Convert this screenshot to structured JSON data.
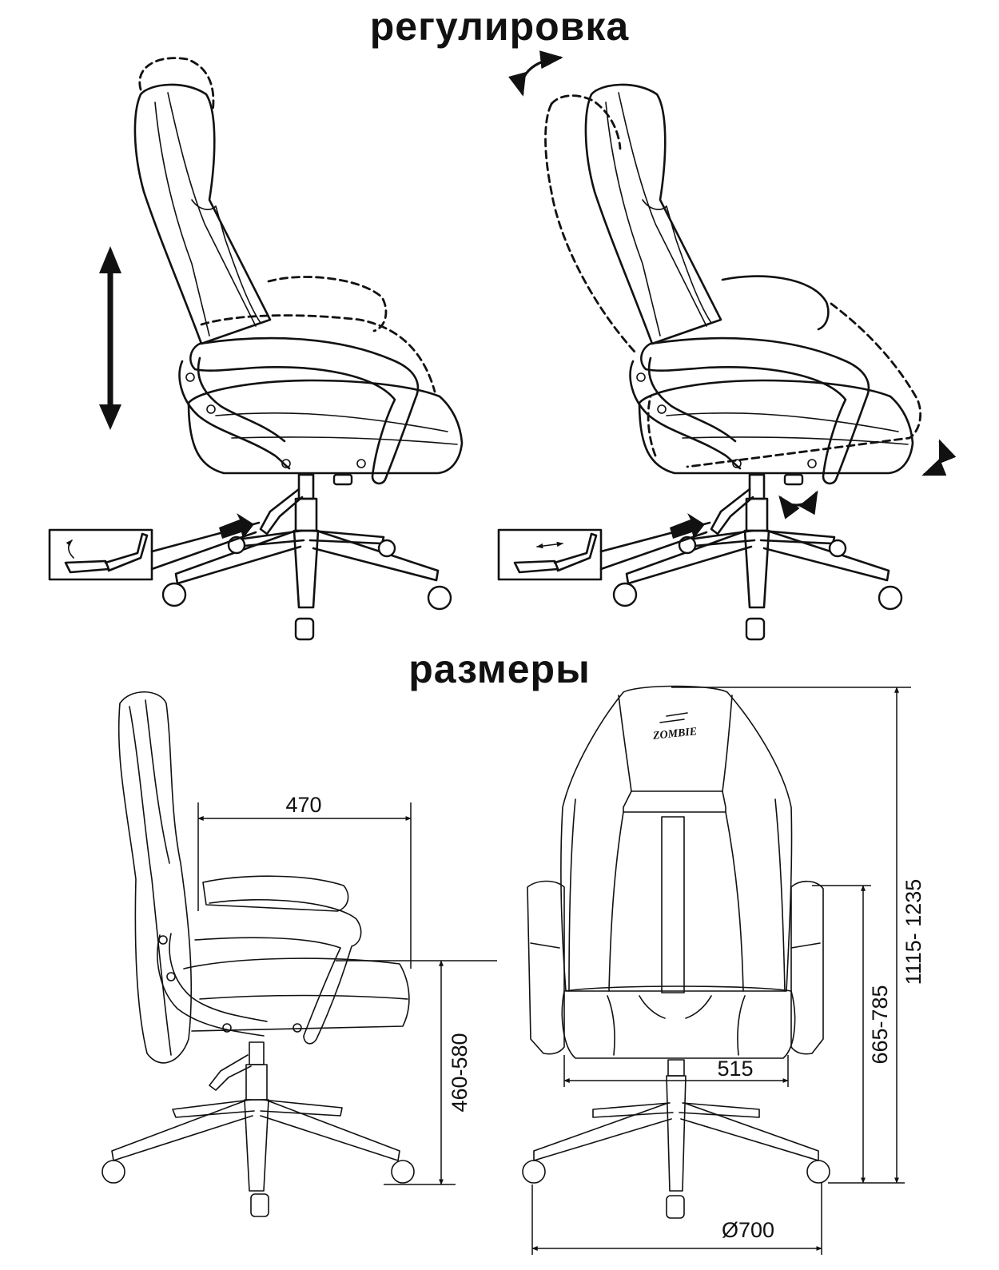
{
  "headings": {
    "adjustment": "регулировка",
    "dimensions": "размеры"
  },
  "dimensions": {
    "seat_depth": "470",
    "seat_height": "460-580",
    "seat_width": "515",
    "armrest_height": "665-785",
    "total_height": "1115- 1235",
    "base_diameter": "Ø700"
  },
  "logo_text": "ZOMBIE"
}
